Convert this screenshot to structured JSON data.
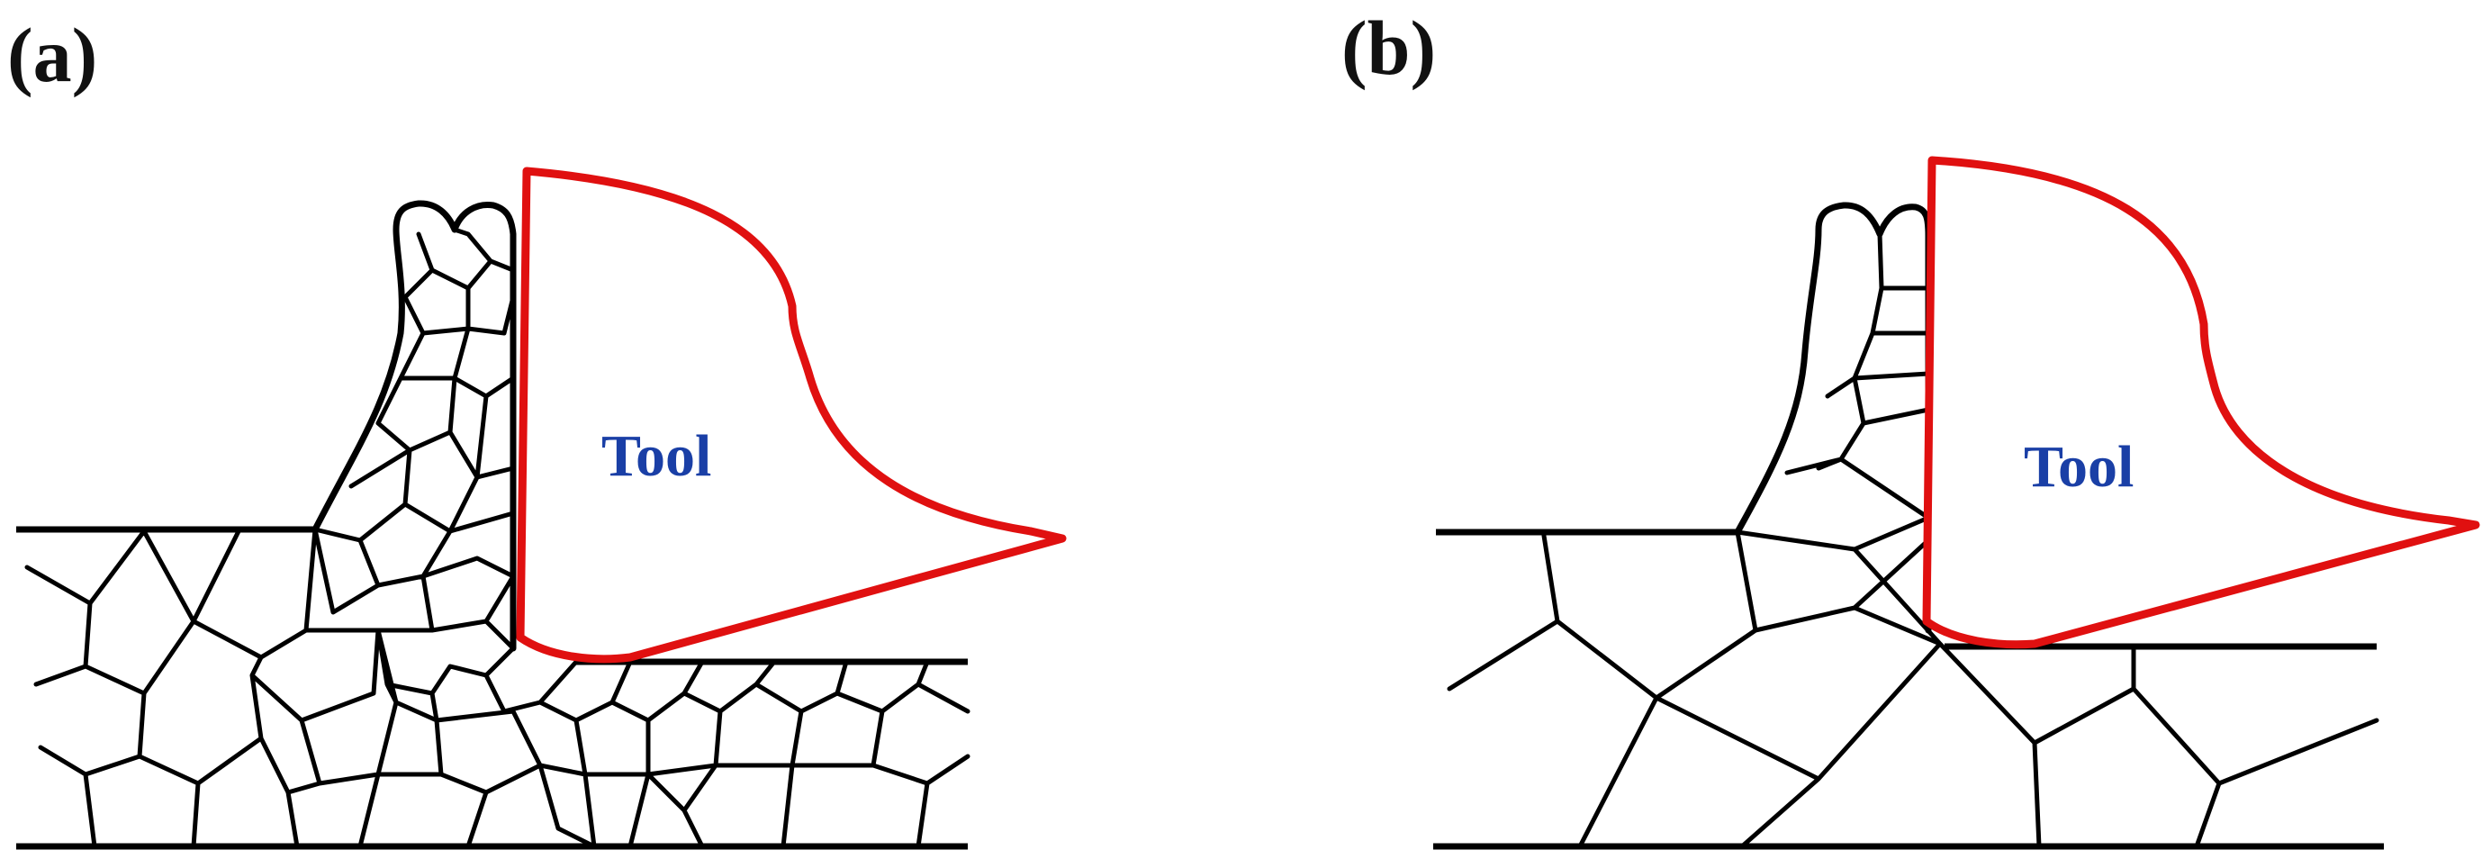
{
  "panels": [
    {
      "label": "(a)",
      "tool_text": "Tool"
    },
    {
      "label": "(b)",
      "tool_text": "Tool"
    }
  ],
  "colors": {
    "tool_outline": "#e01010",
    "tool_text": "#1a3fa6",
    "grain_boundary": "#000000",
    "background": "#ffffff"
  }
}
